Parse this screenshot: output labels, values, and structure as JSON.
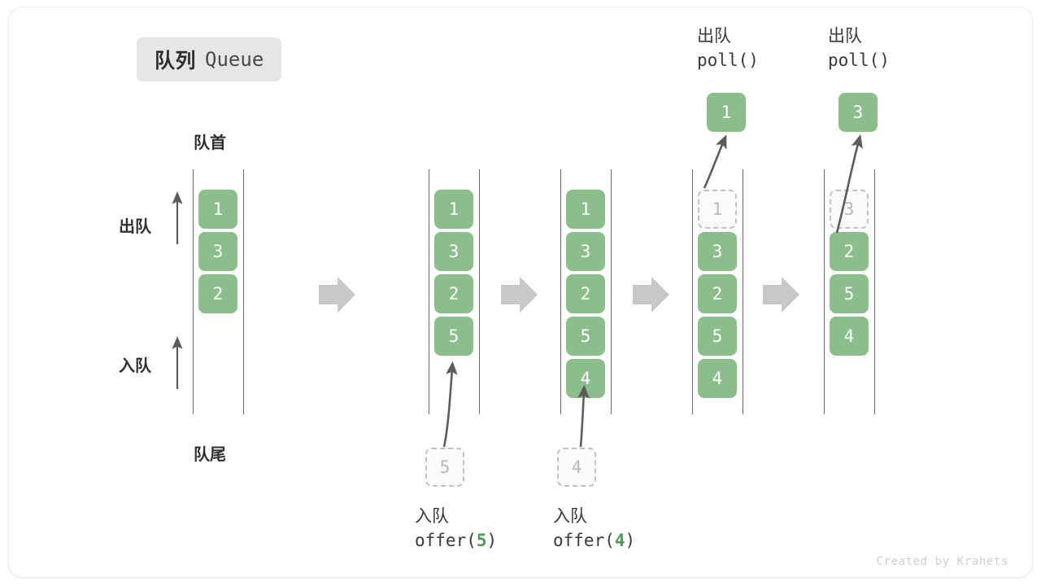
{
  "title": {
    "cn": "队列",
    "en": "Queue"
  },
  "labels": {
    "head": "队首",
    "tail": "队尾",
    "dequeue_arrow": "出队",
    "enqueue_arrow": "入队"
  },
  "watermark": "Created by Krahets",
  "colors": {
    "cell_fill": "#8cbe8c",
    "cell_text": "#ffffff",
    "ghost_fill": "#fafafa",
    "ghost_border": "#c2c2c2",
    "ghost_text": "#b8b8b8",
    "rail": "#6b6b6b",
    "arrow": "#5c5c5c",
    "step_arrow": "#c8c8c8",
    "badge_bg": "#e6e6e6",
    "accent_green": "#4e9a56"
  },
  "operations": {
    "offer5": {
      "cn": "入队",
      "code_prefix": "offer(",
      "arg": "5",
      "code_suffix": ")"
    },
    "offer4": {
      "cn": "入队",
      "code_prefix": "offer(",
      "arg": "4",
      "code_suffix": ")"
    },
    "poll1": {
      "cn": "出队",
      "code": "poll()"
    },
    "poll2": {
      "cn": "出队",
      "code": "poll()"
    }
  },
  "stages": [
    {
      "name": "initial",
      "cells": [
        {
          "value": "1",
          "state": "solid"
        },
        {
          "value": "3",
          "state": "solid"
        },
        {
          "value": "2",
          "state": "solid"
        }
      ]
    },
    {
      "name": "after-offer-5",
      "cells": [
        {
          "value": "1",
          "state": "solid"
        },
        {
          "value": "3",
          "state": "solid"
        },
        {
          "value": "2",
          "state": "solid"
        },
        {
          "value": "5",
          "state": "solid"
        }
      ],
      "incoming": {
        "value": "5",
        "state": "ghost"
      }
    },
    {
      "name": "after-offer-4",
      "cells": [
        {
          "value": "1",
          "state": "solid"
        },
        {
          "value": "3",
          "state": "solid"
        },
        {
          "value": "2",
          "state": "solid"
        },
        {
          "value": "5",
          "state": "solid"
        },
        {
          "value": "4",
          "state": "solid"
        }
      ],
      "incoming": {
        "value": "4",
        "state": "ghost"
      }
    },
    {
      "name": "after-poll-1",
      "cells": [
        {
          "value": "1",
          "state": "ghost"
        },
        {
          "value": "3",
          "state": "solid"
        },
        {
          "value": "2",
          "state": "solid"
        },
        {
          "value": "5",
          "state": "solid"
        },
        {
          "value": "4",
          "state": "solid"
        }
      ],
      "outgoing": {
        "value": "1",
        "state": "solid"
      }
    },
    {
      "name": "after-poll-3",
      "cells": [
        {
          "value": "3",
          "state": "ghost"
        },
        {
          "value": "2",
          "state": "solid"
        },
        {
          "value": "5",
          "state": "solid"
        },
        {
          "value": "4",
          "state": "solid"
        }
      ],
      "outgoing": {
        "value": "3",
        "state": "solid"
      }
    }
  ]
}
